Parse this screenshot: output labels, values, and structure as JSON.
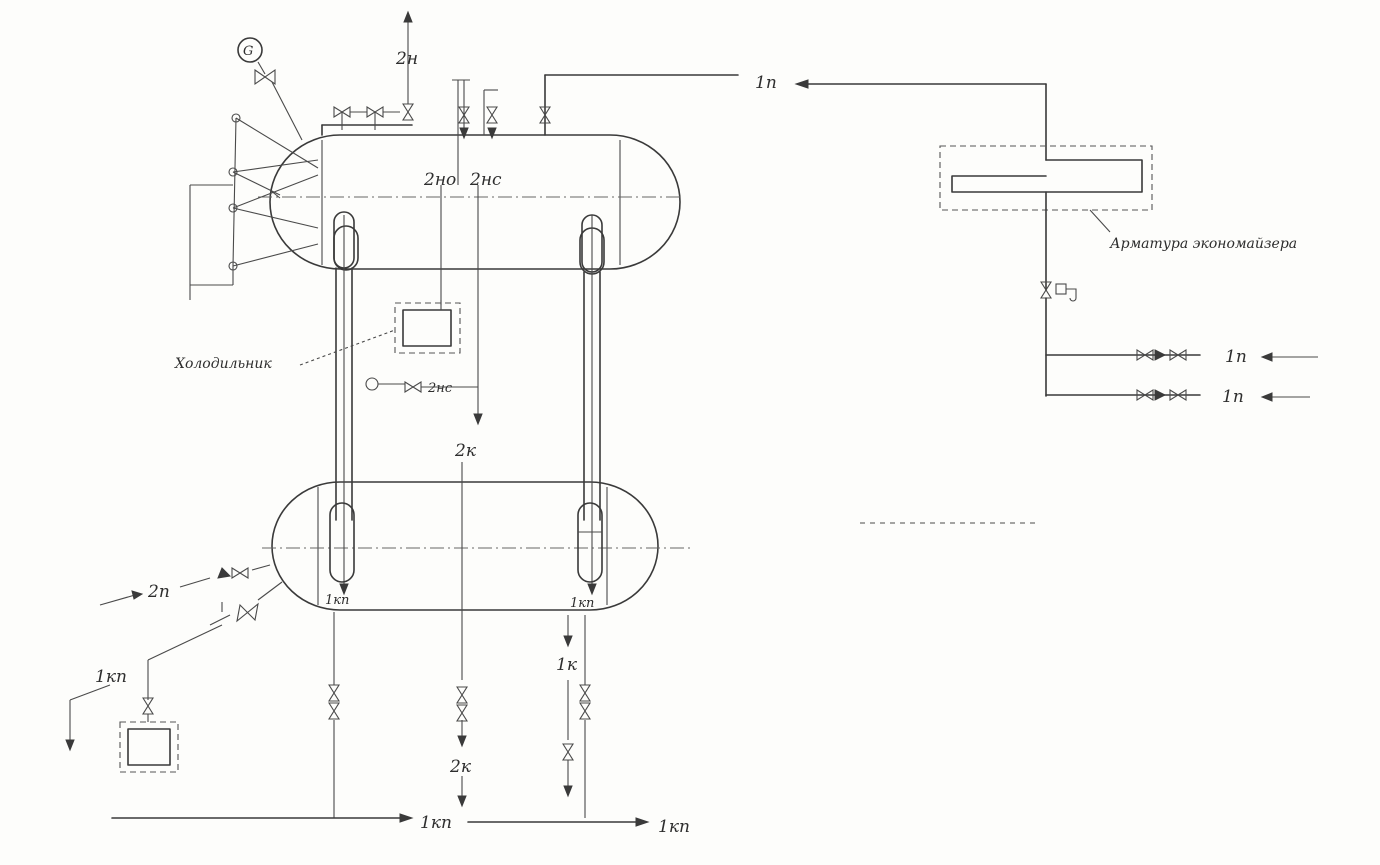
{
  "labels": {
    "top_outlet": "2н",
    "econ_inlet_top": "1п",
    "drum_pipe_left": "2но",
    "drum_pipe_right": "2нс",
    "cooler_label": "Холодильник",
    "sample_label": "2нс",
    "mid_label": "2к",
    "econ_label": "Арматура экономайзера",
    "inlet_a": "1п",
    "inlet_b": "1п",
    "left_in": "2п",
    "low_left": "1кп",
    "low_drum_left": "1кп",
    "low_drum_right": "1кп",
    "right_branch": "1к",
    "bottom_mid": "2к",
    "bottom_center": "1кп",
    "bottom_right": "1кп"
  },
  "icons": {
    "manometer": "manometer-icon",
    "valve": "valve-icon",
    "arrow": "arrow-icon"
  }
}
